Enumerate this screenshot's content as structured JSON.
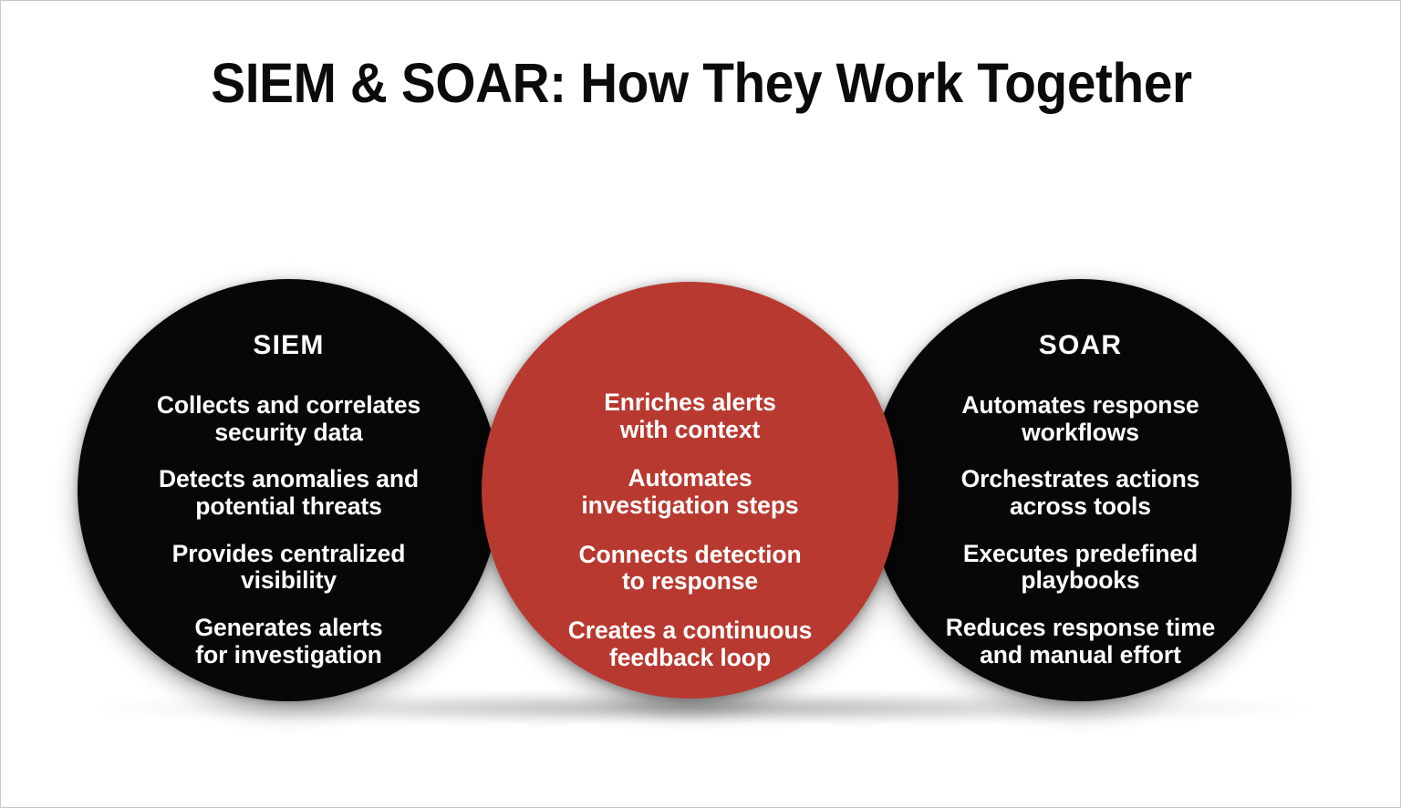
{
  "slide": {
    "title": "SIEM & SOAR: How They Work Together",
    "background_color": "#ffffff",
    "border_color": "#c9c9c9"
  },
  "colors": {
    "dark_circle": "#070707",
    "accent_red": "#b8392f",
    "text_on_circle": "#ffffff",
    "title_text": "#0b0b0b"
  },
  "circles": {
    "left": {
      "heading": "SIEM",
      "color": "#070707",
      "points": [
        "Collects and correlates\nsecurity data",
        "Detects anomalies and\npotential threats",
        "Provides centralized\nvisibility",
        "Generates alerts\nfor investigation"
      ]
    },
    "center": {
      "heading": "",
      "color": "#b8392f",
      "points": [
        "Enriches alerts\nwith context",
        "Automates\ninvestigation steps",
        "Connects detection\nto response",
        "Creates a continuous\nfeedback loop"
      ]
    },
    "right": {
      "heading": "SOAR",
      "color": "#070707",
      "points": [
        "Automates response\nworkflows",
        "Orchestrates actions\nacross tools",
        "Executes predefined\nplaybooks",
        "Reduces response time\nand manual effort"
      ]
    }
  }
}
